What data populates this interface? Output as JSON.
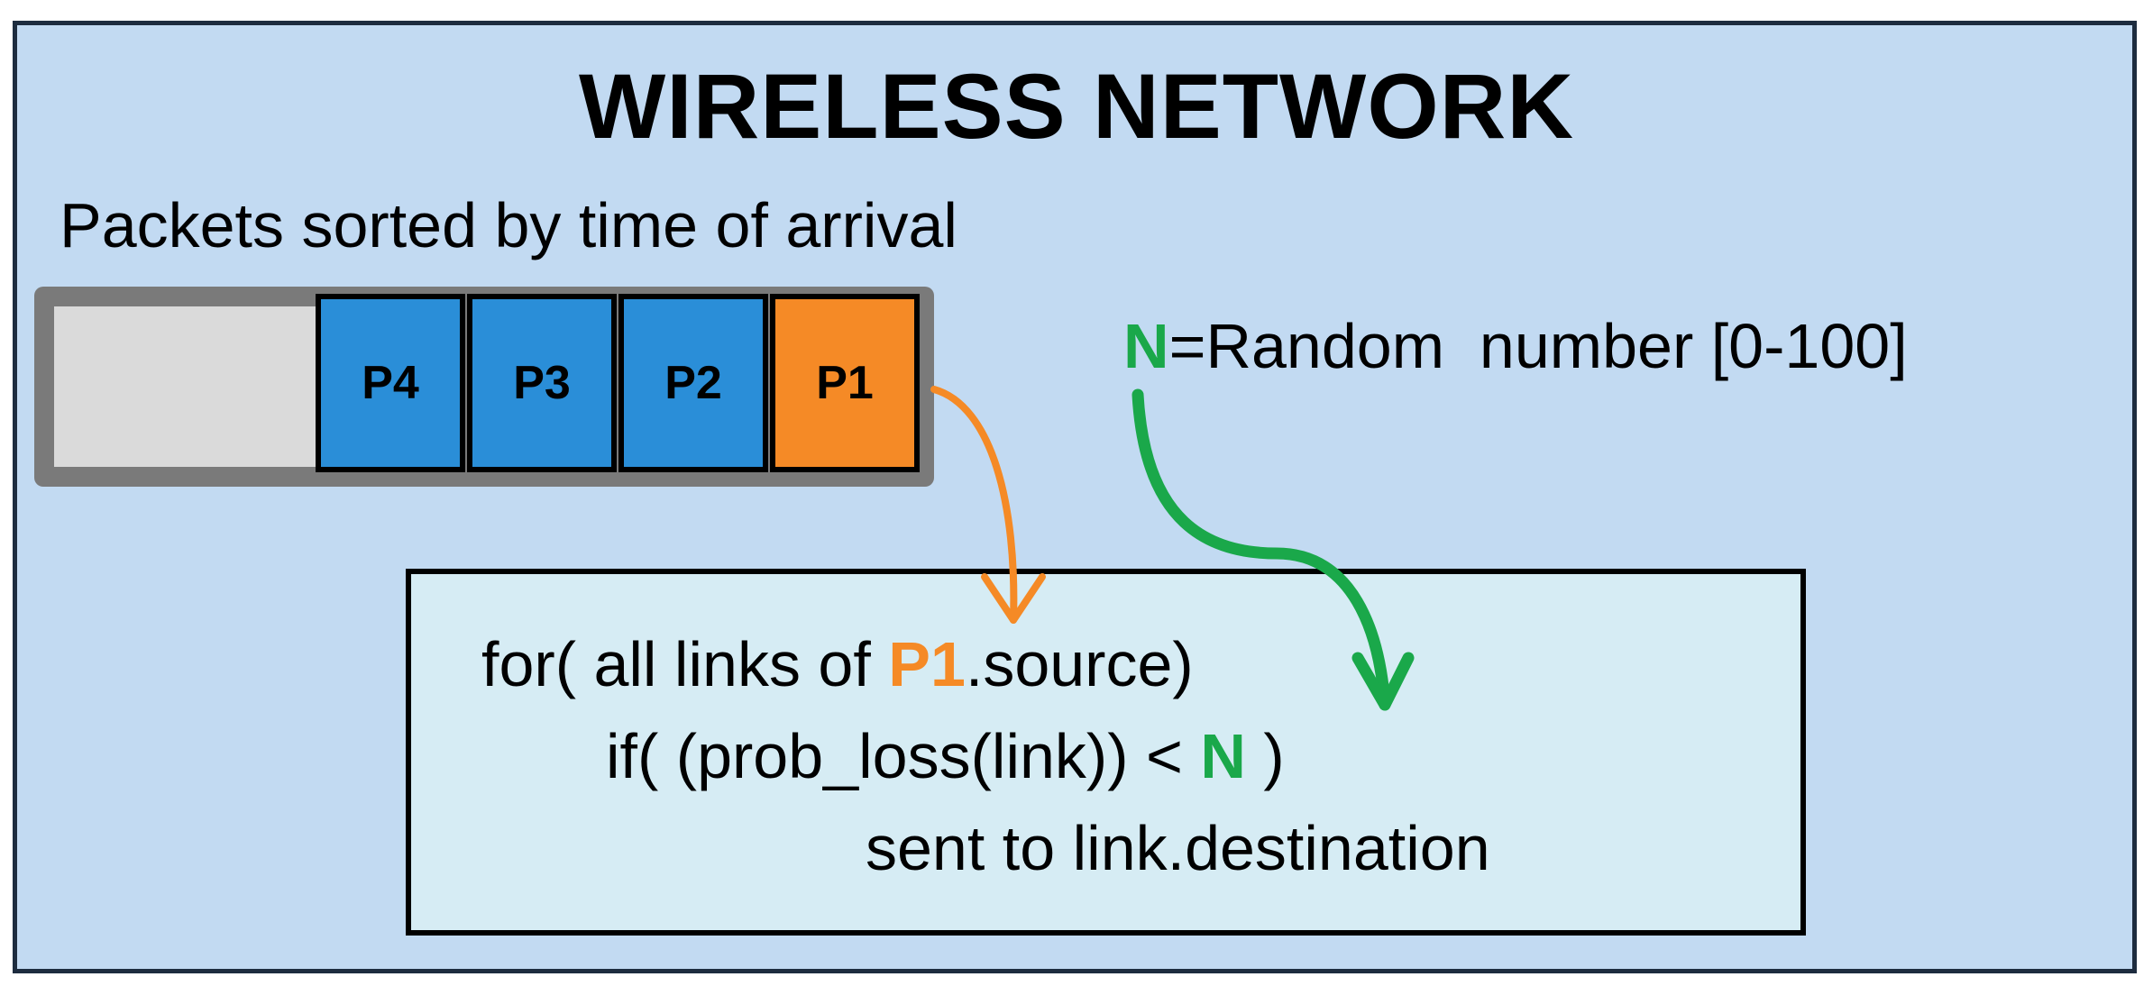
{
  "title": "WIRELESS NETWORK",
  "queue": {
    "caption": "Packets sorted by time of arrival",
    "packets": [
      {
        "label": "P4",
        "color": "#2a8ed8"
      },
      {
        "label": "P3",
        "color": "#2a8ed8"
      },
      {
        "label": "P2",
        "color": "#2a8ed8"
      },
      {
        "label": "P1",
        "color": "#f58a26"
      }
    ]
  },
  "random": {
    "var": "N",
    "text": "=Random  number [0-100]"
  },
  "code": {
    "line1": {
      "pre": "for( all links of ",
      "highlight": "P1",
      "post": ".source)"
    },
    "line2": {
      "pre": "if( (prob_loss(link)) < ",
      "highlight": "N",
      "post": " )"
    },
    "line3": "sent to link.destination"
  },
  "colors": {
    "background": "#c2daf2",
    "code_box": "#d6ecf4",
    "orange": "#f58a26",
    "green": "#1aa84a",
    "blue_packet": "#2a8ed8"
  }
}
